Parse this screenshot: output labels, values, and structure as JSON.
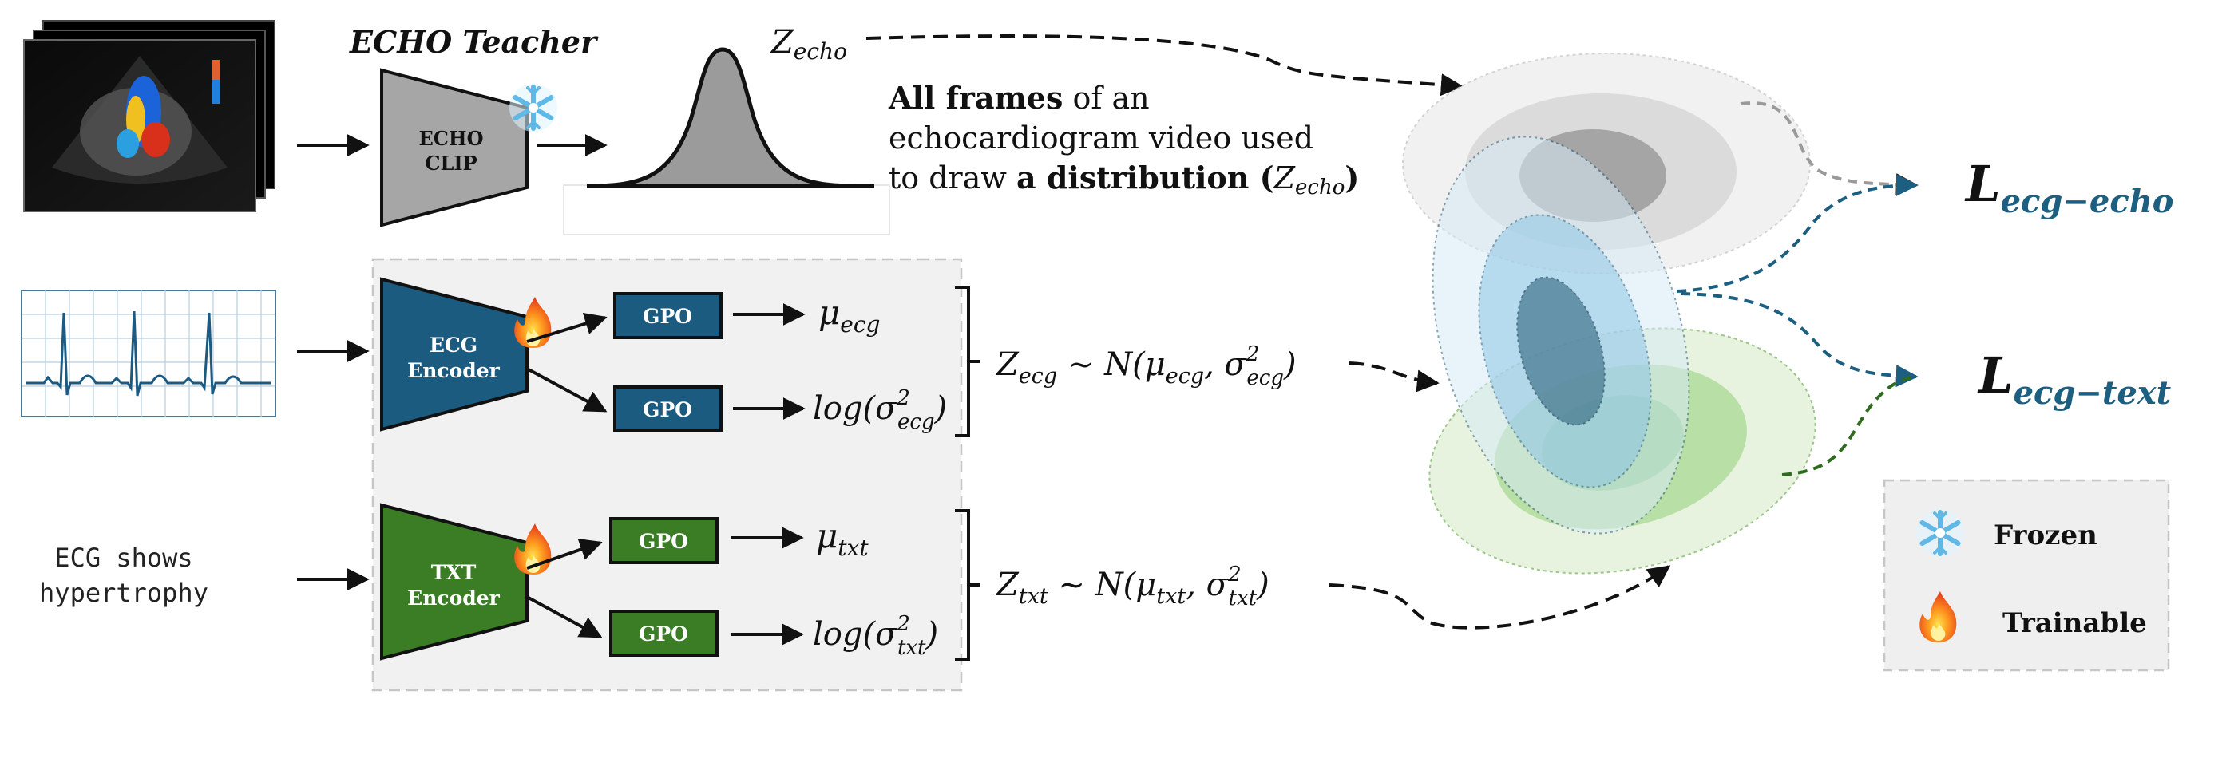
{
  "teacher": {
    "title": "ECHO Teacher",
    "line1": "ECHO",
    "line2": "CLIP",
    "z_label_main": "Z",
    "z_label_sub": "echo"
  },
  "note": {
    "line1_bold": "All frames",
    "line1_rest": " of an",
    "line2": "echocardiogram video used",
    "line3_pre": "to draw ",
    "line3_bold": "a distribution (",
    "line3_math": "Z",
    "line3_math_sub": "echo",
    "line3_end": ")"
  },
  "ecg_encoder": {
    "line1": "ECG",
    "line2": "Encoder",
    "gpo_top": "GPO",
    "gpo_bottom": "GPO",
    "mu": "μ",
    "mu_sub": "ecg",
    "log_pre": "log(σ",
    "log_sup": "2",
    "log_sub": "ecg",
    "log_post": ")",
    "dist_z": "Z",
    "dist_z_sub": "ecg",
    "dist_rest": " ~ N(μ",
    "dist_mu_sub": "ecg",
    "dist_comma": ", σ",
    "dist_sup": "2",
    "dist_sigma_sub": "ecg",
    "dist_end": ")"
  },
  "txt_encoder": {
    "line1": "TXT",
    "line2": "Encoder",
    "input_line1": "ECG shows",
    "input_line2": "hypertrophy",
    "gpo_top": "GPO",
    "gpo_bottom": "GPO",
    "mu": "μ",
    "mu_sub": "txt",
    "log_pre": "log(σ",
    "log_sup": "2",
    "log_sub": "txt",
    "log_post": ")",
    "dist_z": "Z",
    "dist_z_sub": "txt",
    "dist_rest": " ~ N(μ",
    "dist_mu_sub": "txt",
    "dist_comma": ", σ",
    "dist_sup": "2",
    "dist_sigma_sub": "txt",
    "dist_end": ")"
  },
  "losses": {
    "echo_L": "L",
    "echo_sub": "ecg−echo",
    "text_L": "L",
    "text_sub": "ecg−text"
  },
  "legend": {
    "frozen": "Frozen",
    "trainable": "Trainable"
  },
  "colors": {
    "ecg_blue": "#1b5b80",
    "txt_green": "#3b7d24",
    "echo_gray": "#a8a8a8",
    "loss_blue": "#1d5f80",
    "loss_green": "#2e6b1f",
    "loss_gray": "#9a9a9a"
  },
  "icons": {
    "frozen": "snowflake-icon",
    "trainable": "flame-icon"
  }
}
